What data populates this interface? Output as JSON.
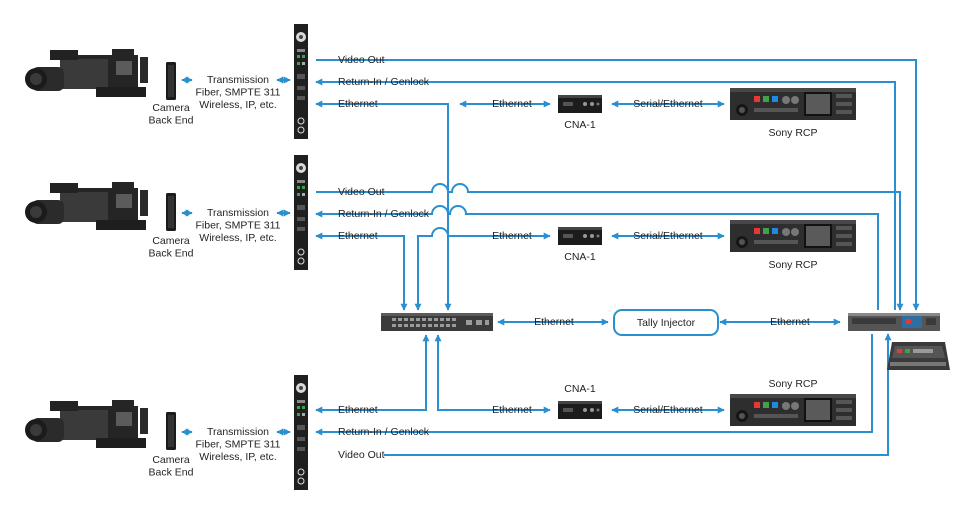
{
  "colors": {
    "connection": "#2a8fd0",
    "device_dark": "#2b2b2b",
    "camera_body": "#3a3a3a",
    "tally_border": "#2a8fd0"
  },
  "cameras": [
    {
      "back_end_label": "Camera\nBack End",
      "transmission_label": "Transmission\nFiber, SMPTE 311\nWireless, IP, etc.",
      "video_out": "Video Out",
      "return_genlock": "Return-In / Genlock",
      "ethernet": "Ethernet"
    },
    {
      "back_end_label": "Camera\nBack End",
      "transmission_label": "Transmission\nFiber, SMPTE 311\nWireless, IP, etc.",
      "video_out": "Video Out",
      "return_genlock": "Return-In / Genlock",
      "ethernet": "Ethernet"
    },
    {
      "back_end_label": "Camera\nBack End",
      "transmission_label": "Transmission\nFiber, SMPTE 311\nWireless, IP, etc.",
      "video_out": "Video Out",
      "return_genlock": "Return-In / Genlock",
      "ethernet": "Ethernet"
    }
  ],
  "control_chains": [
    {
      "ethernet": "Ethernet",
      "cna": "CNA-1",
      "serial": "Serial/Ethernet",
      "rcp": "Sony RCP"
    },
    {
      "ethernet": "Ethernet",
      "cna": "CNA-1",
      "serial": "Serial/Ethernet",
      "rcp": "Sony RCP"
    },
    {
      "ethernet": "Ethernet",
      "cna": "CNA-1",
      "serial": "Serial/Ethernet",
      "rcp": "Sony RCP"
    }
  ],
  "hub": {
    "ethernet_left": "Ethernet",
    "tally": "Tally Injector",
    "ethernet_right": "Ethernet"
  },
  "icons": {
    "camera": "camera-icon",
    "back_end": "camera-back-end-icon",
    "fiber_base": "fiber-base-station-icon",
    "switch": "network-switch-icon",
    "cna": "cna-1-device-icon",
    "rcp": "sony-rcp-icon",
    "router": "video-router-icon",
    "switcher": "production-switcher-icon"
  }
}
